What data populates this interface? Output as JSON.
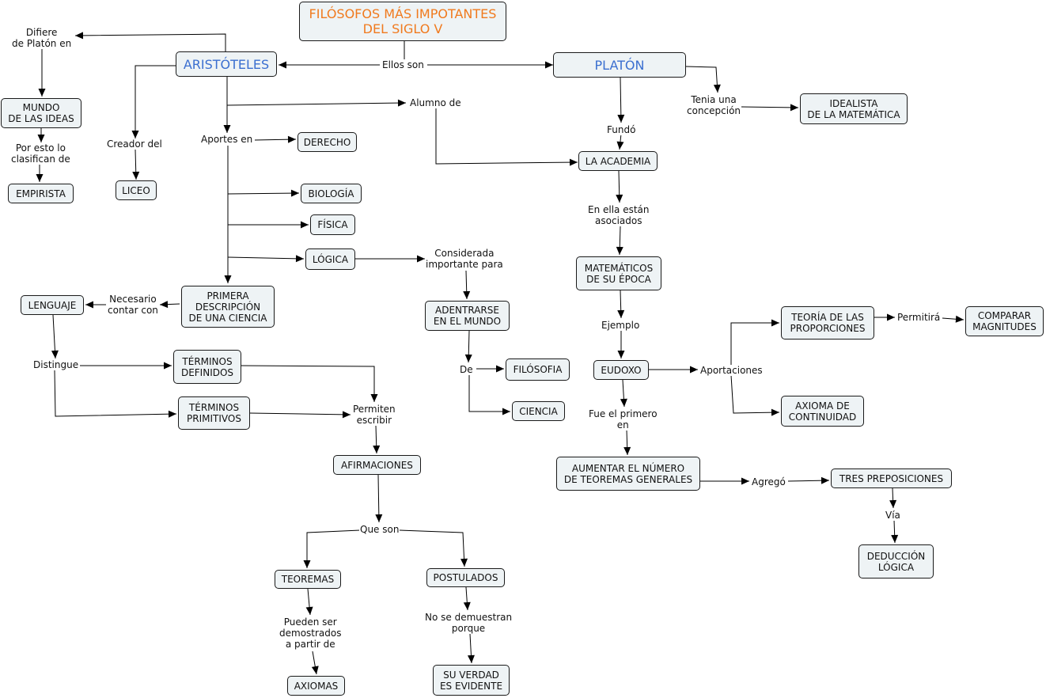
{
  "title": "FILÓSOFOS MÁS IMPOTANTES\nDEL SIGLO V",
  "nodes": {
    "aristoteles": "ARISTÓTELES",
    "platon": "PLATÓN",
    "mundo_ideas": "MUNDO\nDE LAS IDEAS",
    "empirista": "EMPIRISTA",
    "liceo": "LICEO",
    "derecho": "DERECHO",
    "biologia": "BIOLOGÍA",
    "fisica": "FÍSICA",
    "logica": "LÓGICA",
    "primera_descripcion": "PRIMERA\nDESCRIPCIÓN\nDE UNA CIENCIA",
    "lenguaje": "LENGUAJE",
    "terminos_definidos": "TÉRMINOS\nDEFINIDOS",
    "terminos_primitivos": "TÉRMINOS\nPRIMITIVOS",
    "afirmaciones": "AFIRMACIONES",
    "teoremas": "TEOREMAS",
    "postulados": "POSTULADOS",
    "axiomas": "AXIOMAS",
    "su_verdad": "SU VERDAD\nES EVIDENTE",
    "adentrarse": "ADENTRARSE\nEN EL MUNDO",
    "filosofia": "FILÓSOFIA",
    "ciencia": "CIENCIA",
    "academia": "LA ACADEMIA",
    "idealista": "IDEALISTA\nDE LA MATEMÁTICA",
    "matematicos": "MATEMÁTICOS\nDE SU ÉPOCA",
    "eudoxo": "EUDOXO",
    "teoria_proporciones": "TEORÍA  DE LAS\nPROPORCIONES",
    "comparar": "COMPARAR\nMAGNITUDES",
    "axioma_continuidad": "AXIOMA DE\nCONTINUIDAD",
    "aumentar": "AUMENTAR EL NÚMERO\nDE TEOREMAS GENERALES",
    "tres_preposiciones": "TRES PREPOSICIONES",
    "deduccion": "DEDUCCIÓN\nLÓGICA"
  },
  "links": {
    "ellos_son": "Ellos son",
    "difiere": "Difiere\nde Platón en",
    "por_esto": "Por esto lo\nclasifican de",
    "creador": "Creador del",
    "aportes": "Aportes en",
    "alumno": "Alumno de",
    "considerada": "Considerada\nimportante para",
    "necesario": "Necesario\ncontar con",
    "distingue": "Distingue",
    "permiten": "Permiten\nescribir",
    "que_son": "Que son",
    "pueden": "Pueden ser\ndemostrados\na partir de",
    "no_se": "No se demuestran\nporque",
    "de": "De",
    "fundo": "Fundó",
    "tenia": "Tenia una\nconcepción",
    "en_ella": "En ella están\nasociados",
    "ejemplo": "Ejemplo",
    "aportaciones": "Aportaciones",
    "permitira": "Permitirá",
    "fue_primero": "Fue el primero\nen",
    "agrego": "Agregó",
    "via": "Vía"
  },
  "colors": {
    "title": "#f07a1e",
    "philosopher": "#3b6fd0",
    "node_fill": "#eef3f5"
  }
}
